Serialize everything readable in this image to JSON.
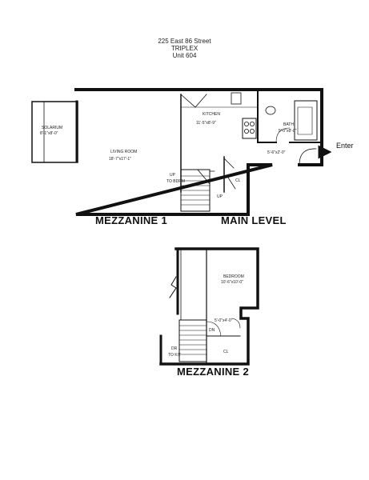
{
  "header": {
    "address": "225 East 86 Street",
    "type": "TRIPLEX",
    "unit": "Unit 604"
  },
  "rooms": {
    "solarium": {
      "name": "SOLARIUM",
      "dims": "8'-1\"x8'-0\""
    },
    "living_room": {
      "name": "LIVING ROOM",
      "dims": "18'-7\"x17'-1\""
    },
    "kitchen": {
      "name": "KITCHEN",
      "dims": "11'-5\"x8'-9\""
    },
    "bath": {
      "name": "BATH",
      "dims": "5'-0\"x8'-0\""
    },
    "foyer": {
      "dims": "5'-6\"x2'-0\""
    },
    "closet_main": {
      "name": "CL"
    },
    "bedroom": {
      "name": "BEDROOM",
      "dims": "10'-6\"x10'-0\""
    },
    "hall_m2": {
      "dims": "5'-0\"x4'-0\""
    },
    "closet_m2": {
      "name": "CL"
    }
  },
  "stair_notes": {
    "up_to_bdrm": {
      "line1": "UP",
      "line2": "TO BDRM"
    },
    "up_main": "UP",
    "dn_m2": "DN",
    "dn_to_kit": {
      "line1": "DR",
      "line2": "TO KIT"
    }
  },
  "entry": {
    "label": "Enter"
  },
  "level_labels": {
    "mezzanine_1": "MEZZANINE 1",
    "main_level": "MAIN LEVEL",
    "mezzanine_2": "MEZZANINE 2"
  }
}
